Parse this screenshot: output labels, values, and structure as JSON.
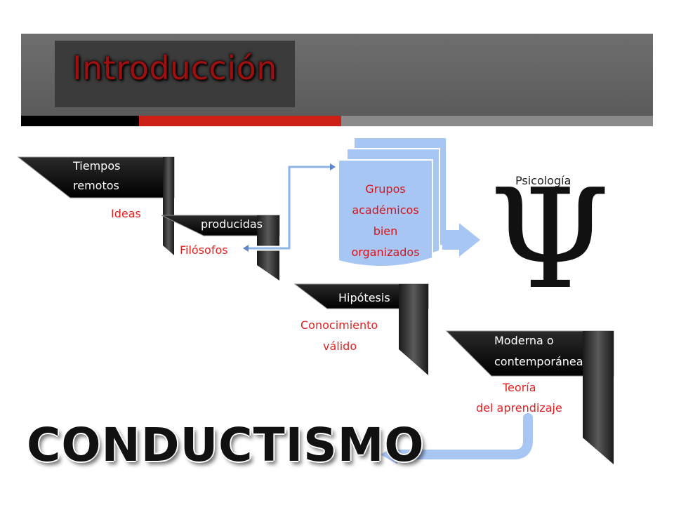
{
  "header": {
    "title": "Introducción"
  },
  "colors": {
    "header_bg": "#5f5f5f",
    "title_red": "#9e1010",
    "accent_red": "#cc1f16",
    "arrow_blue": "#a8c6f4",
    "label_red": "#e02222"
  },
  "steps": [
    {
      "title": [
        "Tiempos",
        "remotos"
      ],
      "note": [
        "Ideas"
      ]
    },
    {
      "title": [
        "producidas"
      ],
      "note": [
        "Filósofos"
      ]
    },
    {
      "title": [
        "Hipótesis"
      ],
      "note": [
        "Conocimiento",
        "válido"
      ]
    },
    {
      "title": [
        "Moderna o",
        "contemporánea"
      ],
      "note": [
        "Teoría",
        "del aprendizaje"
      ]
    }
  ],
  "document_stack": {
    "lines": [
      "Grupos",
      "académicos",
      "bien",
      "organizados"
    ]
  },
  "psychology": {
    "label": "Psicología",
    "symbol": "Ψ"
  },
  "main_title": "CONDUCTISMO"
}
